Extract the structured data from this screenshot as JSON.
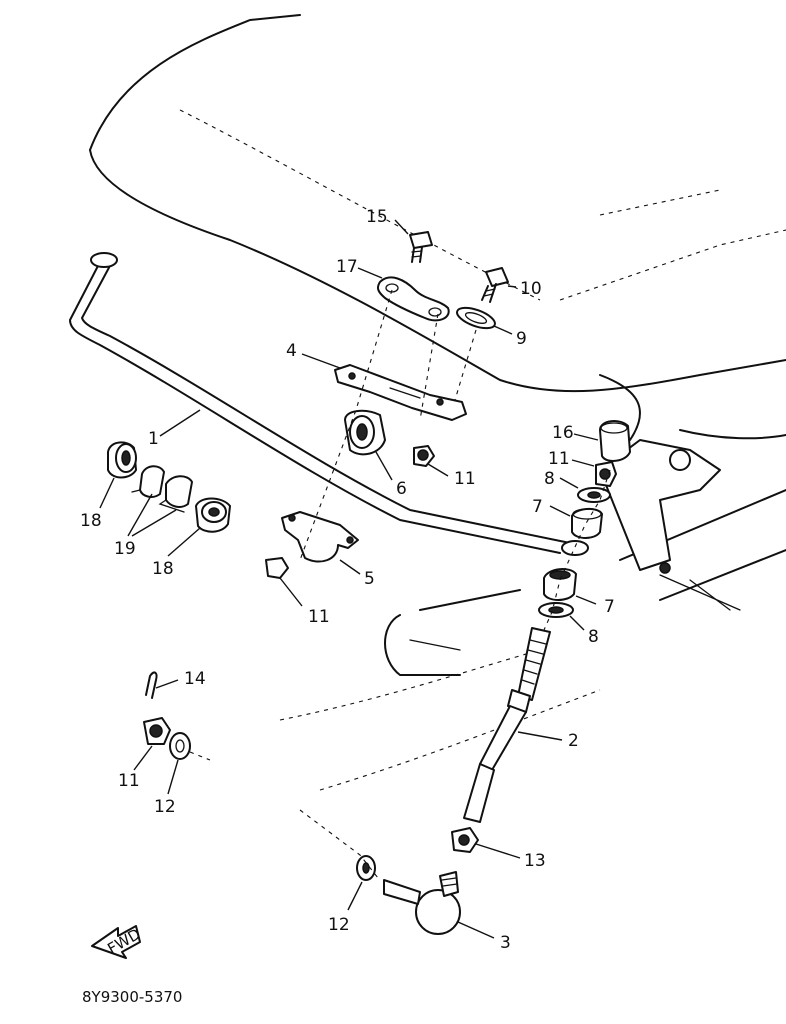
{
  "callouts": {
    "c1": "1",
    "c2": "2",
    "c3": "3",
    "c4": "4",
    "c5": "5",
    "c6": "6",
    "c7a": "7",
    "c7b": "7",
    "c8a": "8",
    "c8b": "8",
    "c9": "9",
    "c10": "10",
    "c11a": "11",
    "c11b": "11",
    "c11c": "11",
    "c11d": "11",
    "c12a": "12",
    "c12b": "12",
    "c13": "13",
    "c14": "14",
    "c15": "15",
    "c16": "16",
    "c17": "17",
    "c18a": "18",
    "c18b": "18",
    "c19": "19"
  },
  "fwd_label": "FWD",
  "diagram_code": "8Y9300-5370"
}
